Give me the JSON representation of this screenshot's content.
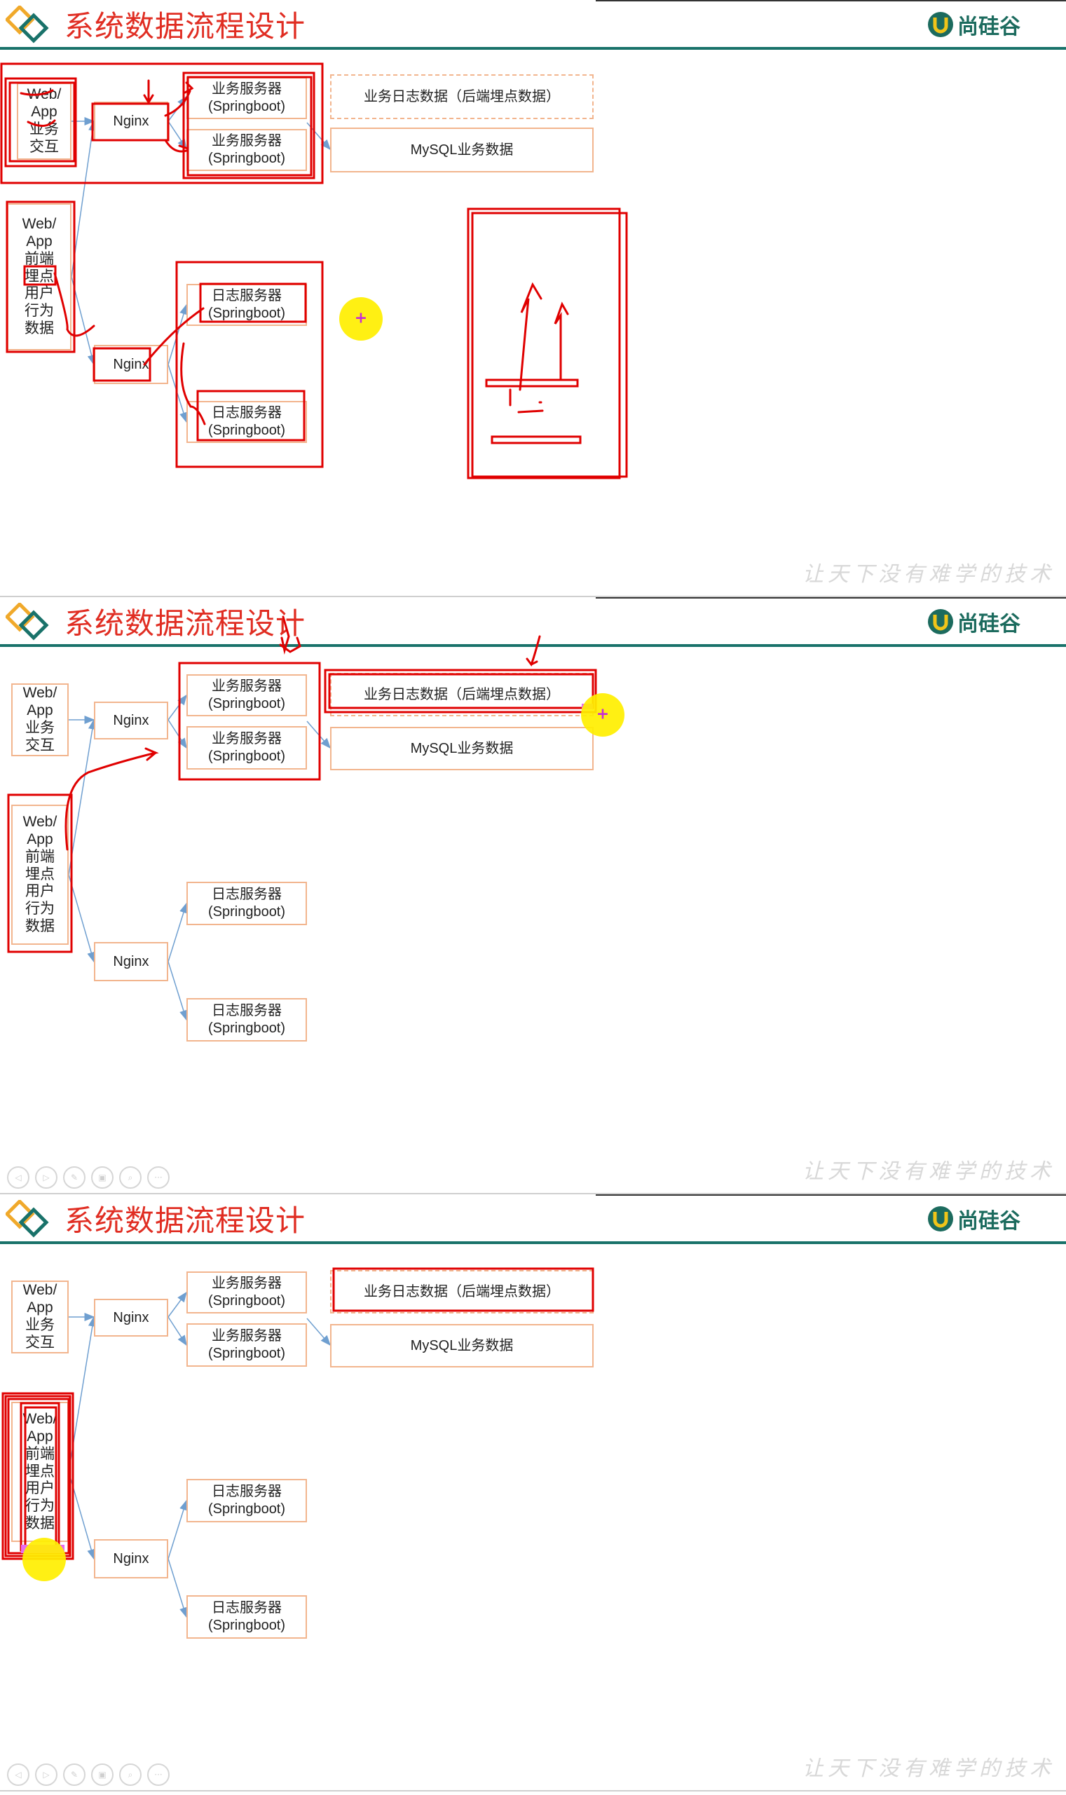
{
  "slide_title": "系统数据流程设计",
  "brand": "尚硅谷",
  "watermark": "让天下没有难学的技术",
  "nodes": {
    "client_business": "Web/\nApp\n业务\n交互",
    "client_tracking": "Web/\nApp\n前端\n埋点\n用户\n行为\n数据",
    "nginx": "Nginx",
    "biz_server": "业务服务器\n(Springboot)",
    "log_server": "日志服务器\n(Springboot)",
    "biz_log_data": "业务日志数据（后端埋点数据）",
    "mysql_data": "MySQL业务数据"
  },
  "player_controls": [
    "◁",
    "▷",
    "✎",
    "▣",
    "⌕",
    "···"
  ],
  "colors": {
    "title": "#e02d22",
    "header_line": "#19726a",
    "node_border": "#f2b58e",
    "arrow": "#6f9fd0",
    "annotation": "#e00000",
    "pointer": "#ffef00"
  }
}
